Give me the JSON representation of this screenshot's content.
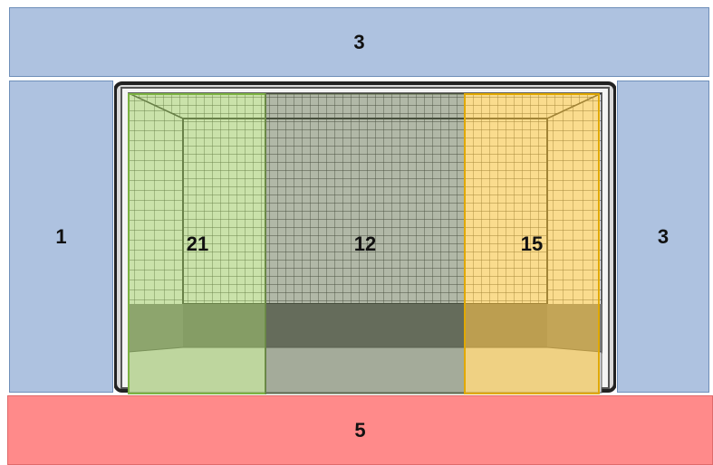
{
  "zones": {
    "top": "3",
    "left": "1",
    "right": "3",
    "bottom": "5"
  },
  "goal_sections": {
    "left": "21",
    "center": "12",
    "right": "15"
  },
  "colors": {
    "outer_zone": "#aec2e0",
    "bottom_zone": "#ff8a8a",
    "left_section": "#9fd060",
    "center_section": "#6e7d5a",
    "right_section": "#ffd24a"
  }
}
